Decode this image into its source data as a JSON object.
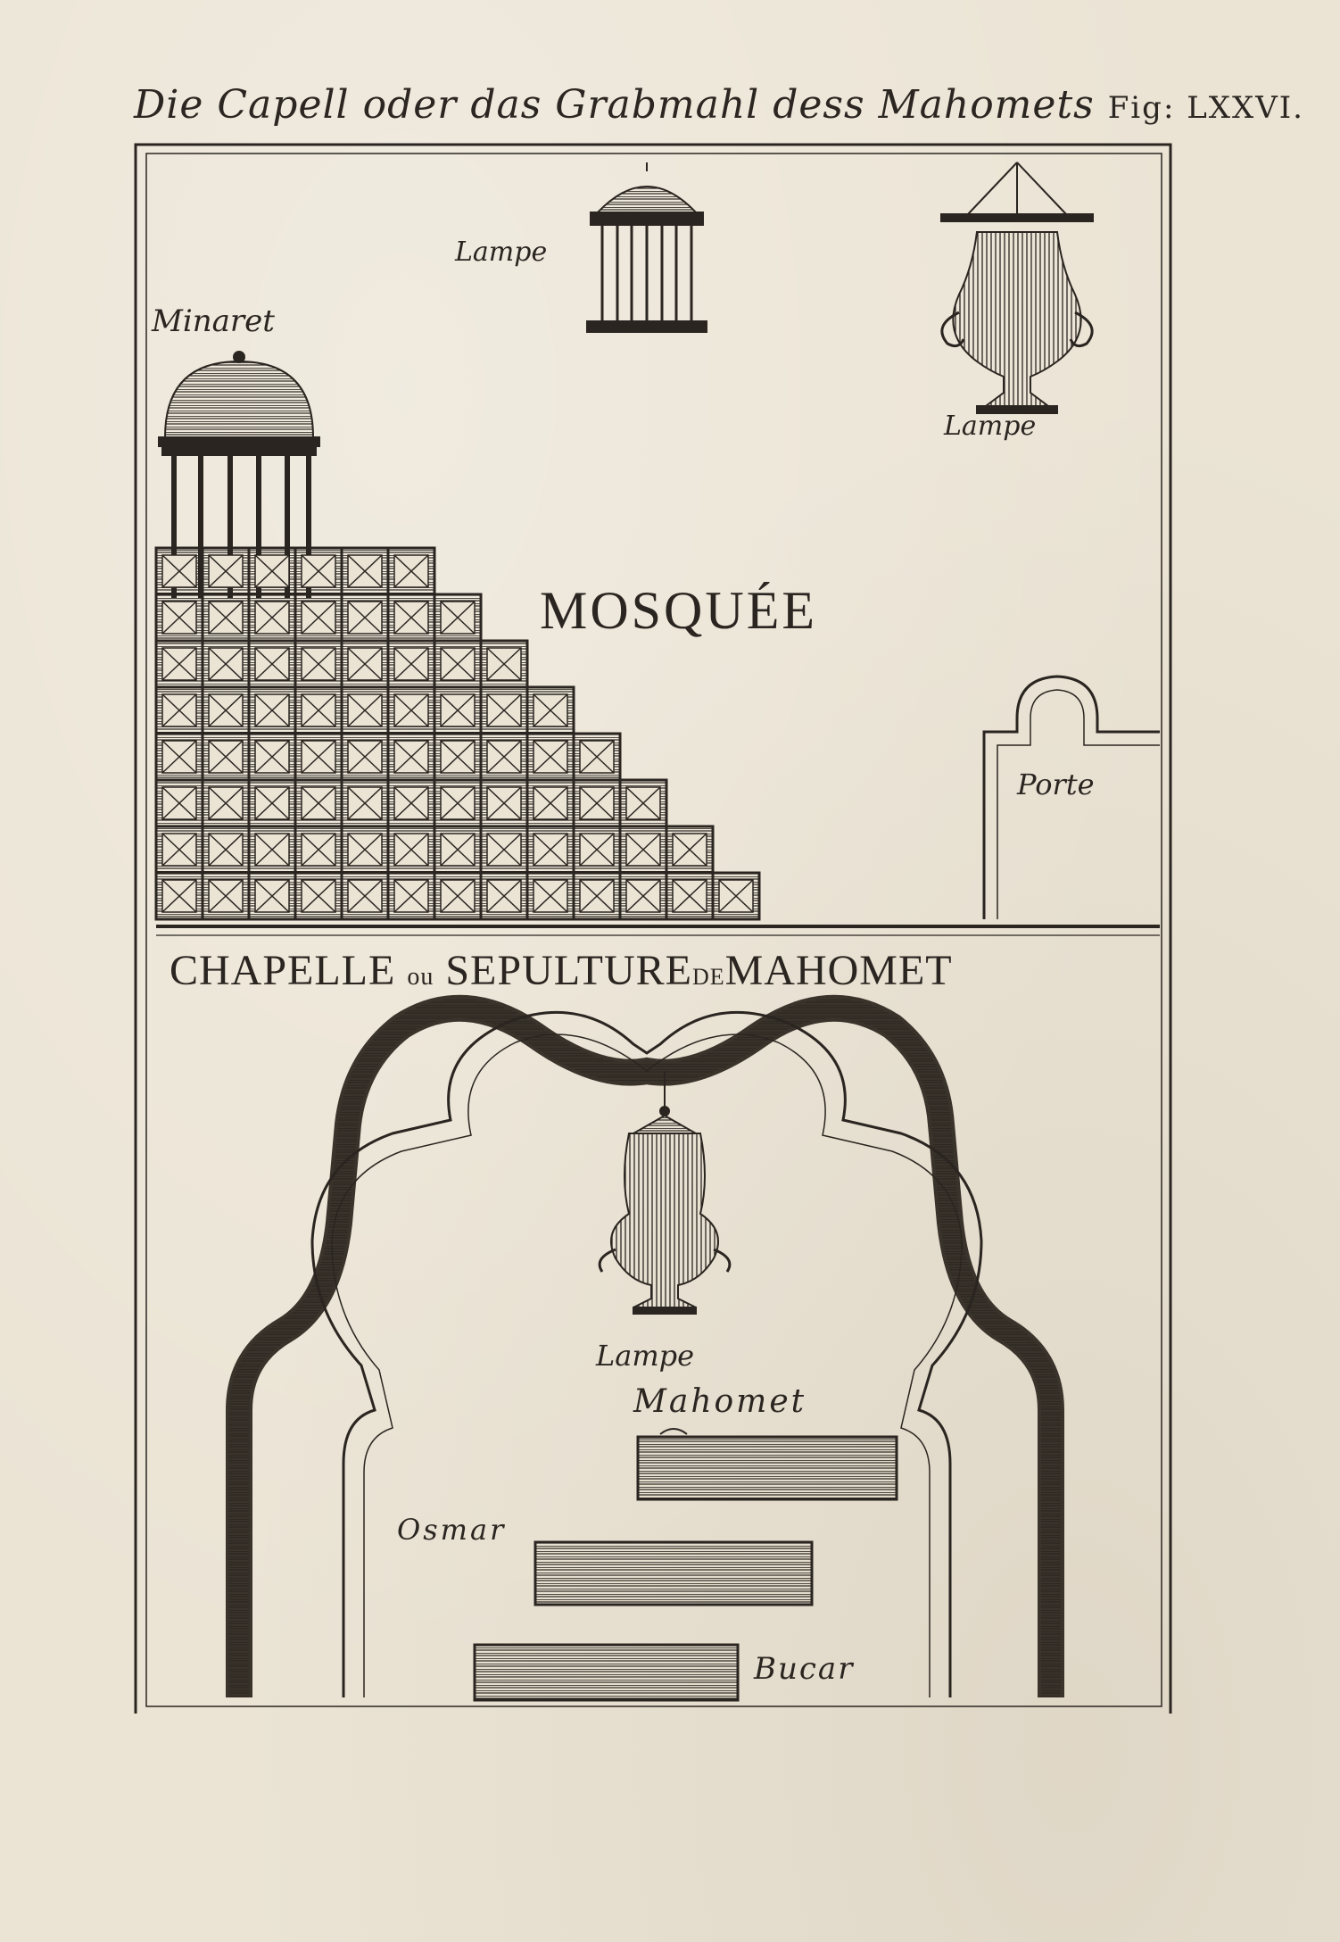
{
  "header": {
    "title": "Die Capell oder das Grabmahl dess Mahomets",
    "figure": "Fig: LXXVI."
  },
  "upper_panel": {
    "label_lamp_cage": "Lampe",
    "label_lamp_vase": "Lampe",
    "label_minaret": "Minaret",
    "label_mosque": "MOSQUÉE",
    "label_door": "Porte"
  },
  "lower_panel": {
    "title_part1": "CHAPELLE",
    "title_part2": "ou",
    "title_part3": "SEPULTURE",
    "title_part4": "DE",
    "title_part5": "MAHOMET",
    "label_lamp": "Lampe",
    "tombs": [
      {
        "name": "Mahomet"
      },
      {
        "name": "Osmar"
      },
      {
        "name": "Bucar"
      }
    ]
  },
  "colors": {
    "paper": "#ebe4d5",
    "ink": "#2a2520"
  }
}
